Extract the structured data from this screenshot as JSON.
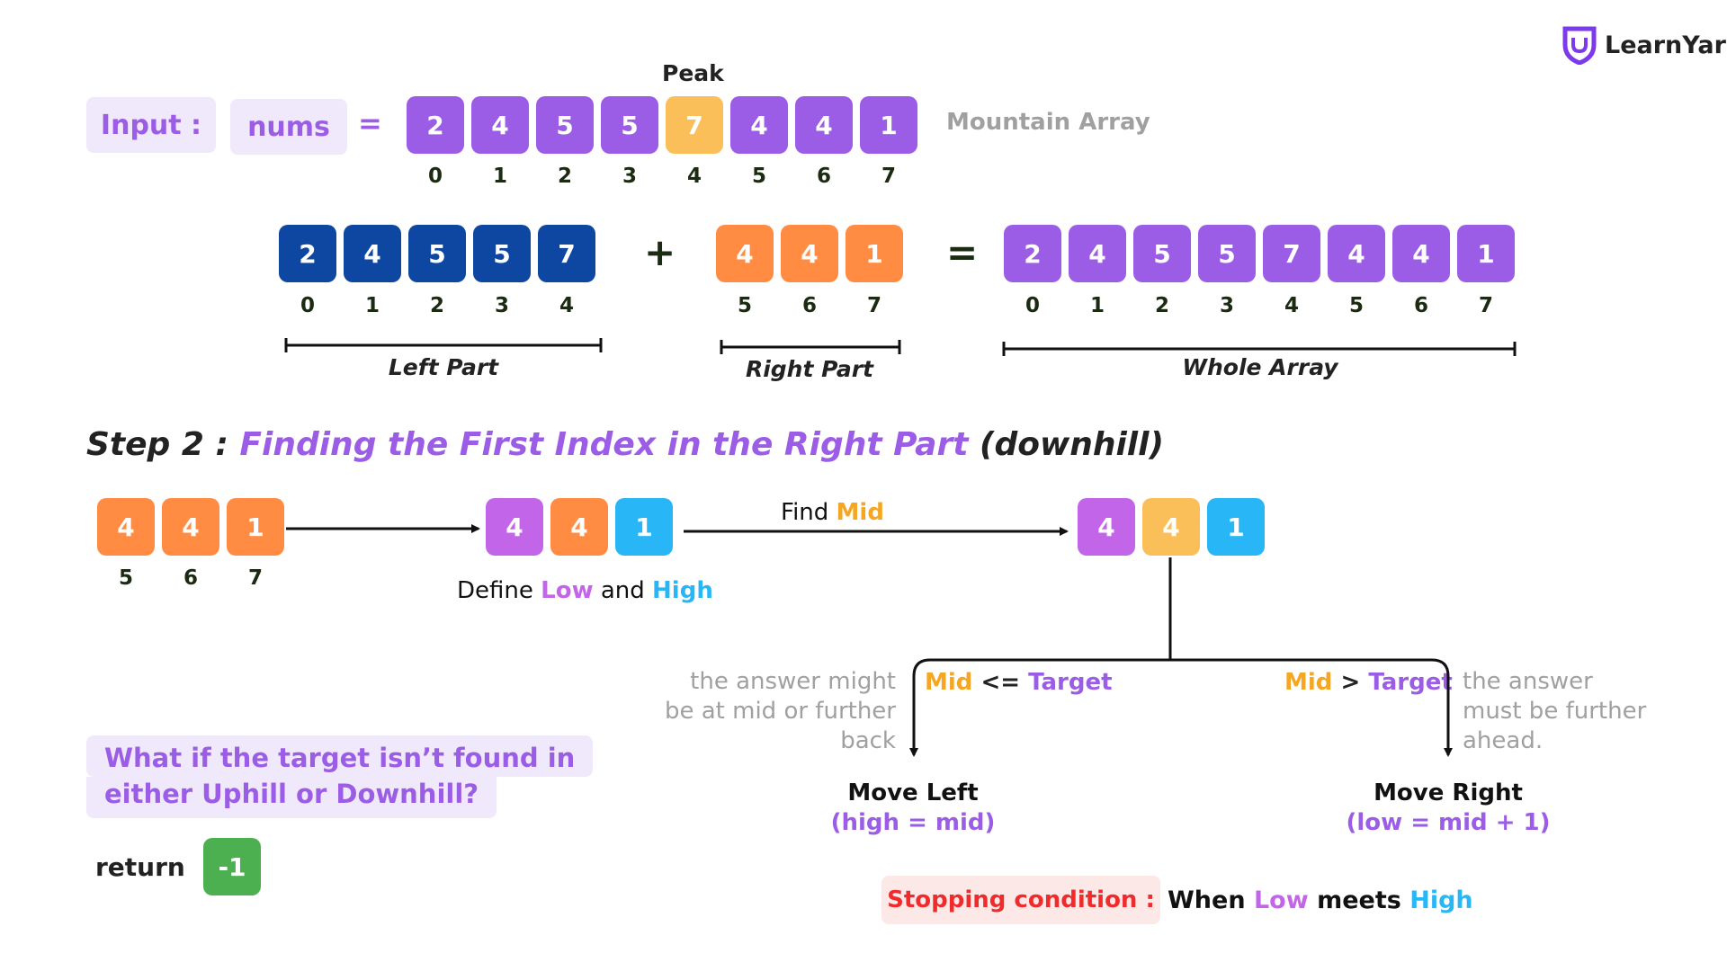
{
  "logo": {
    "text": "LearnYard",
    "color": "#7c3aed"
  },
  "input": {
    "label": "Input :",
    "var_name": "nums",
    "equals": "=",
    "peak_label": "Peak",
    "values": [
      "2",
      "4",
      "5",
      "5",
      "7",
      "4",
      "4",
      "1"
    ],
    "indices": [
      "0",
      "1",
      "2",
      "3",
      "4",
      "5",
      "6",
      "7"
    ],
    "caption": "Mountain Array"
  },
  "split": {
    "left": {
      "values": [
        "2",
        "4",
        "5",
        "5",
        "7"
      ],
      "indices": [
        "0",
        "1",
        "2",
        "3",
        "4"
      ],
      "label": "Left Part"
    },
    "plus": "+",
    "right": {
      "values": [
        "4",
        "4",
        "1"
      ],
      "indices": [
        "5",
        "6",
        "7"
      ],
      "label": "Right Part"
    },
    "equals": "=",
    "whole": {
      "values": [
        "2",
        "4",
        "5",
        "5",
        "7",
        "4",
        "4",
        "1"
      ],
      "indices": [
        "0",
        "1",
        "2",
        "3",
        "4",
        "5",
        "6",
        "7"
      ],
      "label": "Whole Array"
    }
  },
  "step": {
    "prefix": "Step 2 :",
    "title": "Finding the First Index in the Right Part",
    "suffix": "(downhill)"
  },
  "flow": {
    "start": {
      "values": [
        "4",
        "4",
        "1"
      ],
      "indices": [
        "5",
        "6",
        "7"
      ]
    },
    "define": {
      "values": [
        "4",
        "4",
        "1"
      ],
      "text_a": "Define",
      "low": "Low",
      "text_b": "and",
      "high": "High"
    },
    "find": {
      "text": "Find",
      "mid": "Mid"
    },
    "mid_state": {
      "values": [
        "4",
        "4",
        "1"
      ]
    }
  },
  "branches": {
    "left": {
      "cond_mid": "Mid",
      "cond_op": "<=",
      "cond_target": "Target",
      "note_lines": [
        "the answer might",
        "be at mid or further",
        "back"
      ],
      "action": "Move Left",
      "action_detail": "(high = mid)"
    },
    "right": {
      "cond_mid": "Mid",
      "cond_op": ">",
      "cond_target": "Target",
      "note_lines": [
        "the answer",
        "must be further",
        "ahead."
      ],
      "action": "Move Right",
      "action_detail": "(low = mid + 1)"
    }
  },
  "not_found": {
    "line1": "What if the target isn’t found in",
    "line2": "either Uphill or Downhill?",
    "return_label": "return",
    "return_value": "-1"
  },
  "stopping": {
    "label": "Stopping condition :",
    "text_a": "When",
    "low": "Low",
    "text_b": "meets",
    "high": "High"
  }
}
